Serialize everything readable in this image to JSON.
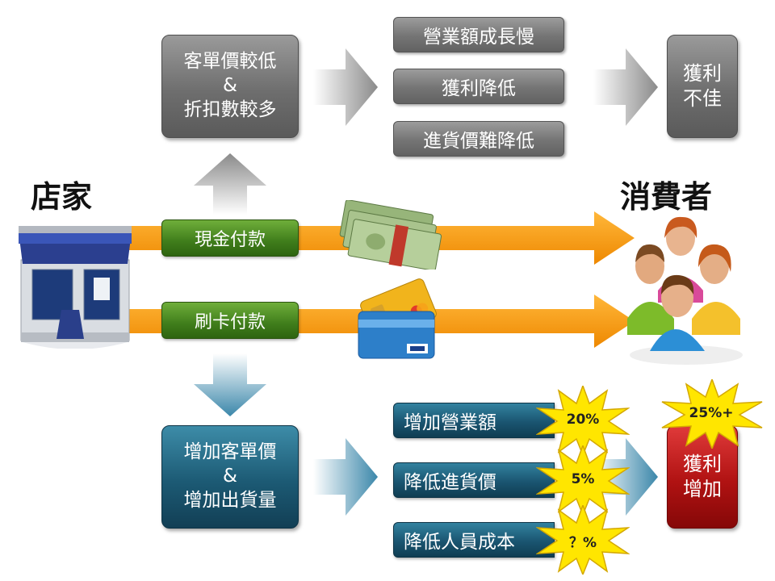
{
  "store_heading": "店家",
  "consumer_heading": "消費者",
  "top_flow": {
    "cause": "客單價較低\n&\n折扣數較多",
    "effects": [
      "營業額成長慢",
      "獲利降低",
      "進貨價難降低"
    ],
    "result": "獲利\n不佳"
  },
  "payments": [
    "現金付款",
    "刷卡付款"
  ],
  "bottom_flow": {
    "cause": "增加客單價\n&\n增加出貨量",
    "effects": [
      {
        "label": "增加營業額",
        "badge": "20%"
      },
      {
        "label": "降低進貨價",
        "badge": "5%"
      },
      {
        "label": "降低人員成本",
        "badge": "？%"
      }
    ],
    "result": "獲利\n增加",
    "result_badge": "25%+"
  },
  "colors": {
    "gray": "#6e6e6e",
    "green": "#3f7d1b",
    "teal": "#1c5a74",
    "red": "#b01212",
    "orange_arrow": "#f39a12",
    "burst": "#ffe600"
  },
  "icons": [
    "storefront-icon",
    "cash-bundle-icon",
    "credit-cards-icon",
    "people-group-icon"
  ]
}
